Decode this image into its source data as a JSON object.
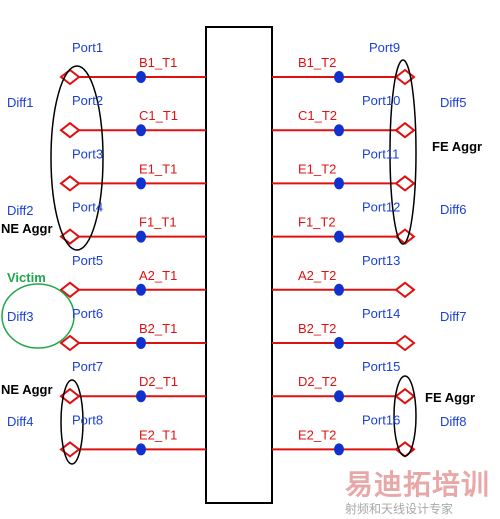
{
  "colors": {
    "trace": "#e01010",
    "via": "#1030d0",
    "port_text": "#1a3fd6",
    "victim": "#1ea84a",
    "group_text": "#000000",
    "watermark": "#e8a8a8"
  },
  "rows": [
    {
      "left_port": "Port1",
      "left_net": "B1_T1",
      "right_port": "Port9",
      "right_net": "B1_T2"
    },
    {
      "left_port": "Port2",
      "left_net": "C1_T1",
      "right_port": "Port10",
      "right_net": "C1_T2"
    },
    {
      "left_port": "Port3",
      "left_net": "E1_T1",
      "right_port": "Port11",
      "right_net": "E1_T2"
    },
    {
      "left_port": "Port4",
      "left_net": "F1_T1",
      "right_port": "Port12",
      "right_net": "F1_T2"
    },
    {
      "left_port": "Port5",
      "left_net": "A2_T1",
      "right_port": "Port13",
      "right_net": "A2_T2"
    },
    {
      "left_port": "Port6",
      "left_net": "B2_T1",
      "right_port": "Port14",
      "right_net": "B2_T2"
    },
    {
      "left_port": "Port7",
      "left_net": "D2_T1",
      "right_port": "Port15",
      "right_net": "D2_T2"
    },
    {
      "left_port": "Port8",
      "left_net": "E2_T1",
      "right_port": "Port16",
      "right_net": "E2_T2"
    }
  ],
  "left_diffs": [
    "Diff1",
    "Diff2",
    "Diff3",
    "Diff4"
  ],
  "right_diffs": [
    "Diff5",
    "Diff6",
    "Diff7",
    "Diff8"
  ],
  "groups": {
    "left_top": "NE Aggr",
    "left_bottom": "NE Aggr",
    "right_top": "FE Aggr",
    "right_bottom": "FE Aggr",
    "victim": "Victim"
  },
  "watermark": {
    "main": "易迪拓培训",
    "sub": "射频和天线设计专家"
  }
}
